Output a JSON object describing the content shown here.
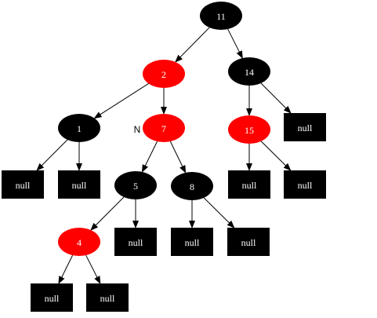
{
  "colors": {
    "black_node": "#000000",
    "red_node": "#ff0000",
    "node_text": "#ffffff",
    "edge": "#000000",
    "background": "#ffffff"
  },
  "nodes": [
    {
      "id": "n11",
      "label": "11",
      "shape": "ellipse",
      "color": "black"
    },
    {
      "id": "n2",
      "label": "2",
      "shape": "ellipse",
      "color": "red"
    },
    {
      "id": "n14",
      "label": "14",
      "shape": "ellipse",
      "color": "black"
    },
    {
      "id": "n1",
      "label": "1",
      "shape": "ellipse",
      "color": "black"
    },
    {
      "id": "n7",
      "label": "7",
      "shape": "ellipse",
      "color": "red"
    },
    {
      "id": "n15",
      "label": "15",
      "shape": "ellipse",
      "color": "red"
    },
    {
      "id": "null14r",
      "label": "null",
      "shape": "box",
      "color": "black"
    },
    {
      "id": "null1l",
      "label": "null",
      "shape": "box",
      "color": "black"
    },
    {
      "id": "null1r",
      "label": "null",
      "shape": "box",
      "color": "black"
    },
    {
      "id": "n5",
      "label": "5",
      "shape": "ellipse",
      "color": "black"
    },
    {
      "id": "n8",
      "label": "8",
      "shape": "ellipse",
      "color": "black"
    },
    {
      "id": "null15l",
      "label": "null",
      "shape": "box",
      "color": "black"
    },
    {
      "id": "null15r",
      "label": "null",
      "shape": "box",
      "color": "black"
    },
    {
      "id": "n4",
      "label": "4",
      "shape": "ellipse",
      "color": "red"
    },
    {
      "id": "null5r",
      "label": "null",
      "shape": "box",
      "color": "black"
    },
    {
      "id": "null8l",
      "label": "null",
      "shape": "box",
      "color": "black"
    },
    {
      "id": "null8r",
      "label": "null",
      "shape": "box",
      "color": "black"
    },
    {
      "id": "null4l",
      "label": "null",
      "shape": "box",
      "color": "black"
    },
    {
      "id": "null4r",
      "label": "null",
      "shape": "box",
      "color": "black"
    }
  ],
  "edges": [
    [
      "n11",
      "n2"
    ],
    [
      "n11",
      "n14"
    ],
    [
      "n2",
      "n1"
    ],
    [
      "n2",
      "n7"
    ],
    [
      "n14",
      "n15"
    ],
    [
      "n14",
      "null14r"
    ],
    [
      "n1",
      "null1l"
    ],
    [
      "n1",
      "null1r"
    ],
    [
      "n7",
      "n5"
    ],
    [
      "n7",
      "n8"
    ],
    [
      "n15",
      "null15l"
    ],
    [
      "n15",
      "null15r"
    ],
    [
      "n5",
      "n4"
    ],
    [
      "n5",
      "null5r"
    ],
    [
      "n8",
      "null8l"
    ],
    [
      "n8",
      "null8r"
    ],
    [
      "n4",
      "null4l"
    ],
    [
      "n4",
      "null4r"
    ]
  ],
  "marker": {
    "node": "n7",
    "text": "N"
  }
}
